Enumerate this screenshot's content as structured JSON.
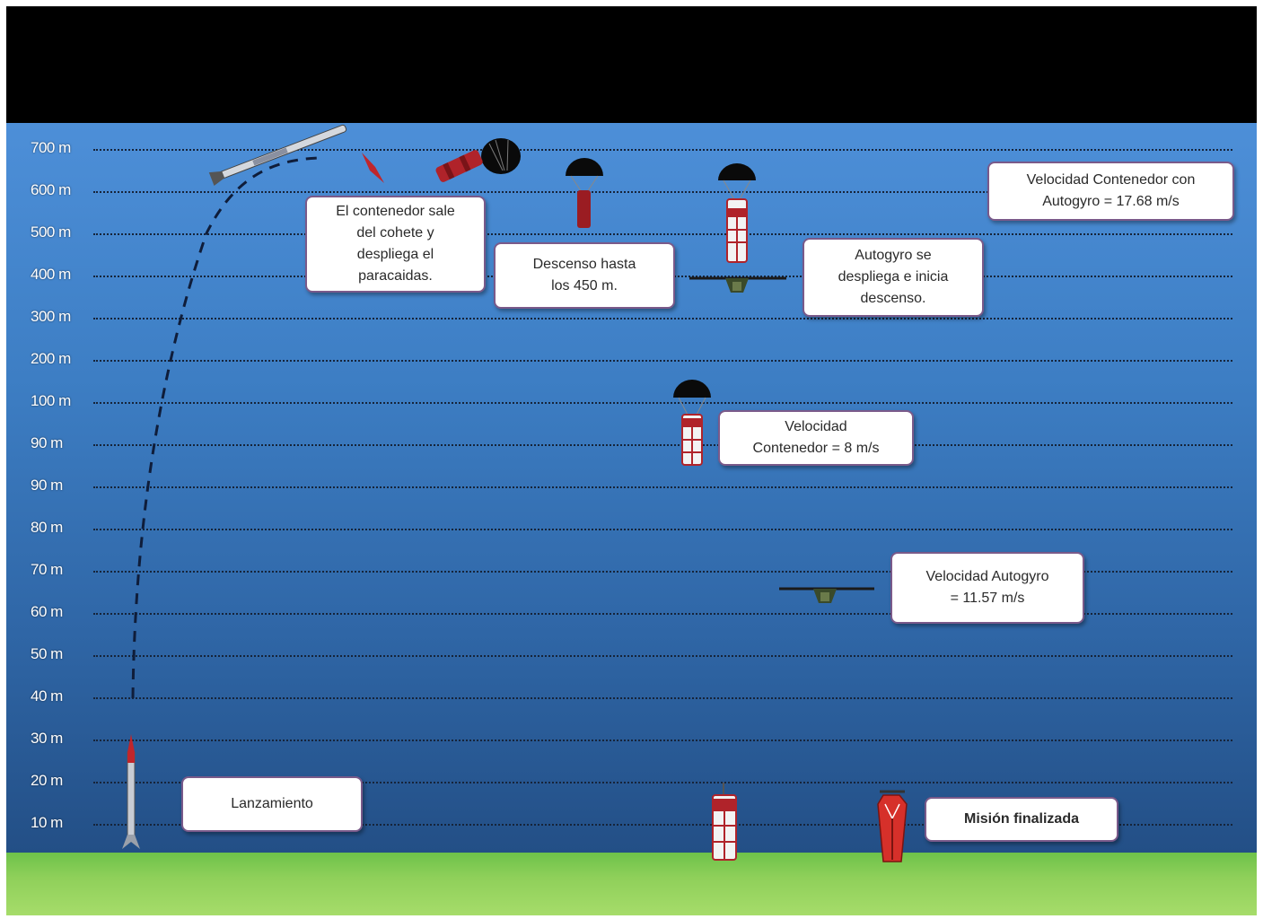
{
  "y_axis": {
    "labels": [
      "700 m",
      "600 m",
      "500 m",
      "400 m",
      "300 m",
      "200 m",
      "100 m",
      "90 m",
      "90 m",
      "80 m",
      "70 m",
      "60 m",
      "50 m",
      "40 m",
      "30 m",
      "20 m",
      "10 m"
    ]
  },
  "callouts": {
    "container_exits": "El contenedor sale\ndel cohete y\ndespliega el\nparacaidas.",
    "descent_450": "Descenso hasta\nlos 450 m.",
    "autogyro_deploys": "Autogyro se\ndespliega e inicia\ndescenso.",
    "speed_container_autogyro": "Velocidad Contenedor con\nAutogyro = 17.68 m/s",
    "speed_container": "Velocidad\nContenedor = 8 m/s",
    "speed_autogyro": "Velocidad Autogyro\n= 11.57 m/s",
    "launch": "Lanzamiento",
    "mission_done": "Misión finalizada"
  },
  "colors": {
    "sky_top": "#4d8fd8",
    "sky_bottom": "#234f86",
    "ground": "#8fd05a",
    "rocket_body": "#c0c4cc",
    "container_red": "#c0262c",
    "parachute": "#111111",
    "callout_border": "#7a5a8a"
  },
  "icons": [
    "rocket-icon",
    "parachute-icon",
    "container-icon",
    "autogyro-icon",
    "trajectory-dashed-line"
  ]
}
